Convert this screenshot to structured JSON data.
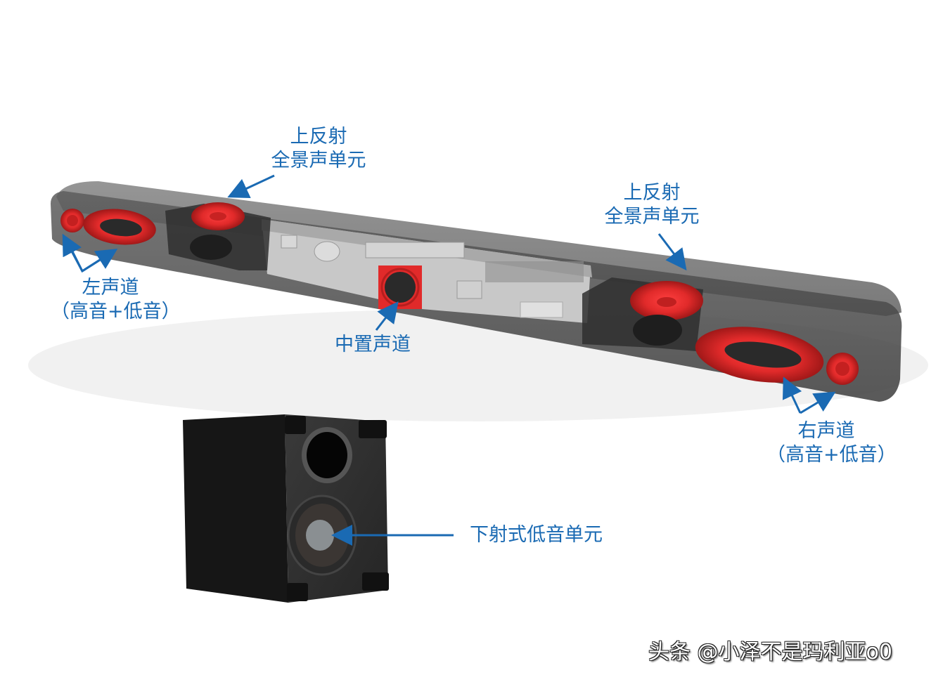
{
  "diagram": {
    "title": "Soundbar + Subwoofer speaker unit layout",
    "colors": {
      "label_blue": "#1a6ab3",
      "driver_red": "#e12a2a",
      "housing_gray": "#5a5a5a",
      "board_gray": "#bdbdbd",
      "subwoofer_black": "#1c1c1c"
    },
    "labels": {
      "top_left": {
        "line1": "上反射",
        "line2": "全景声单元"
      },
      "top_right": {
        "line1": "上反射",
        "line2": "全景声单元"
      },
      "left_channel": {
        "line1": "左声道",
        "line2": "（高音+低音）"
      },
      "center_channel": {
        "line1": "中置声道"
      },
      "right_channel": {
        "line1": "右声道",
        "line2": "（高音+低音）"
      },
      "subwoofer": {
        "line1": "下射式低音单元"
      }
    },
    "components": [
      {
        "name": "left-tweeter",
        "color": "red"
      },
      {
        "name": "left-woofer",
        "color": "red"
      },
      {
        "name": "left-upfiring-driver",
        "color": "red"
      },
      {
        "name": "center-driver",
        "color": "red"
      },
      {
        "name": "right-upfiring-driver",
        "color": "red"
      },
      {
        "name": "right-woofer",
        "color": "red"
      },
      {
        "name": "right-tweeter",
        "color": "red"
      },
      {
        "name": "subwoofer-box",
        "color": "black"
      }
    ]
  },
  "watermark": "头条 @小泽不是玛利亚o0"
}
